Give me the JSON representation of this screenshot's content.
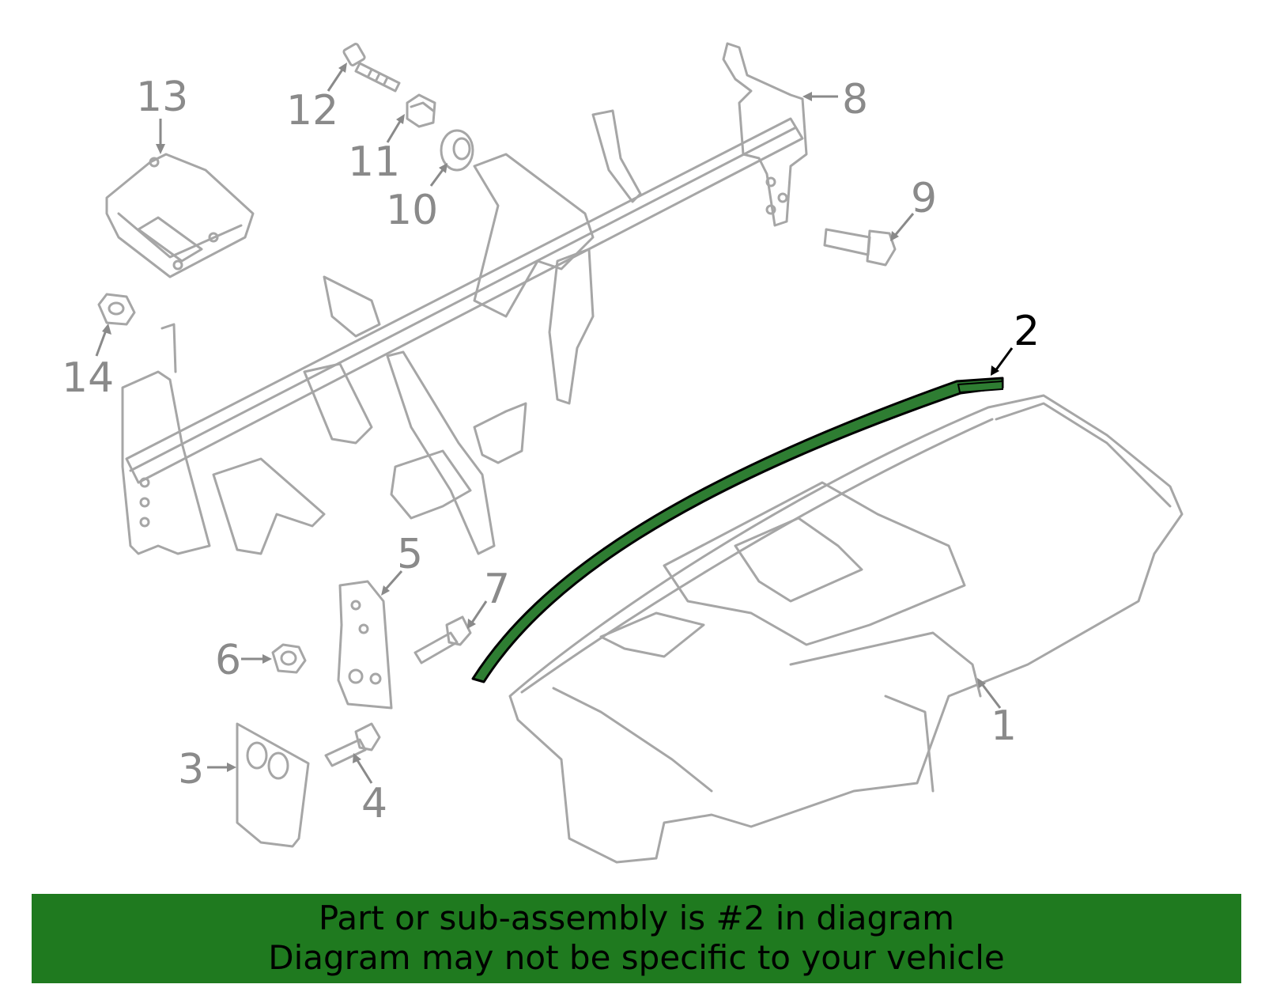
{
  "labels": {
    "l1": "1",
    "l2": "2",
    "l3": "3",
    "l4": "4",
    "l5": "5",
    "l6": "6",
    "l7": "7",
    "l8": "8",
    "l9": "9",
    "l10": "10",
    "l11": "11",
    "l12": "12",
    "l13": "13",
    "l14": "14"
  },
  "highlight_part": "2",
  "banner": {
    "line1": "Part or sub-assembly is #2 in diagram",
    "line2": "Diagram may not be specific to your vehicle",
    "color": "#1f7a1f"
  },
  "colors": {
    "part_line": "#a6a6a6",
    "label": "#8a8a8a",
    "highlight_fill": "#2e7d32",
    "highlight_label": "#000000"
  }
}
